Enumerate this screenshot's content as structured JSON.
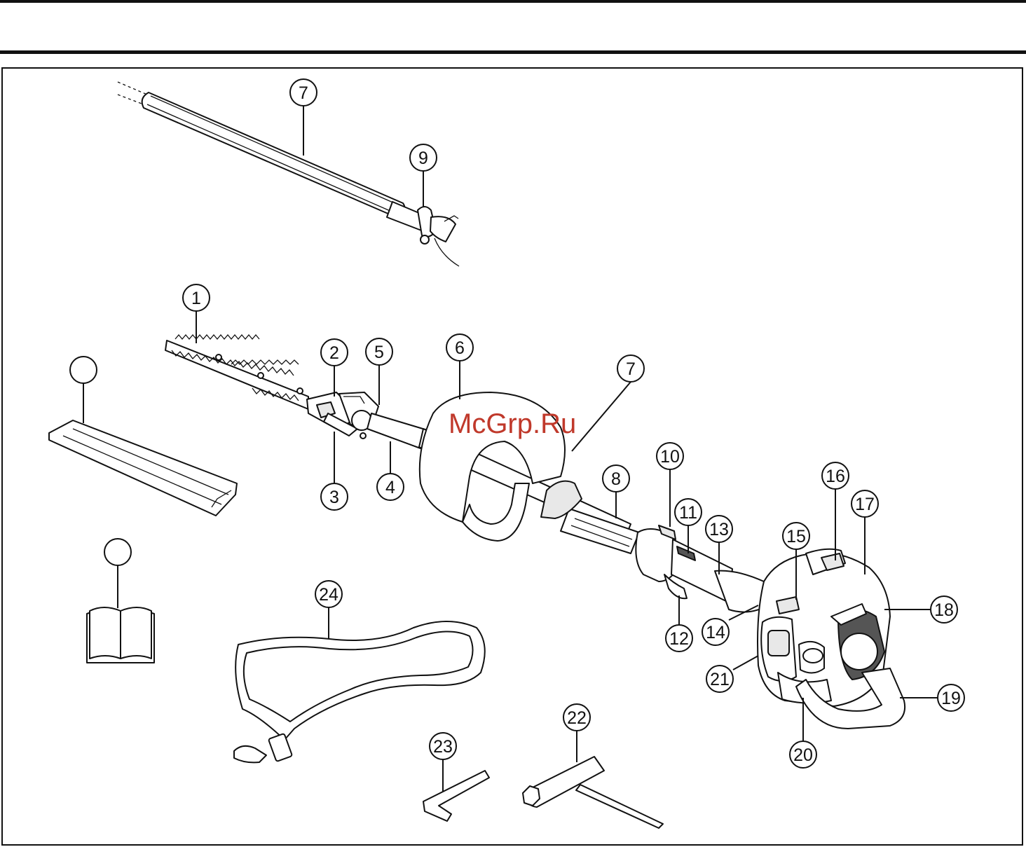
{
  "watermark": "McGrp.Ru",
  "callouts": [
    {
      "label": "7"
    },
    {
      "label": "9"
    },
    {
      "label": "1"
    },
    {
      "label": "2"
    },
    {
      "label": "5"
    },
    {
      "label": "6"
    },
    {
      "label": "7"
    },
    {
      "label": ""
    },
    {
      "label": "3"
    },
    {
      "label": "4"
    },
    {
      "label": "8"
    },
    {
      "label": "10"
    },
    {
      "label": "11"
    },
    {
      "label": "13"
    },
    {
      "label": "16"
    },
    {
      "label": "17"
    },
    {
      "label": "15"
    },
    {
      "label": "18"
    },
    {
      "label": ""
    },
    {
      "label": "24"
    },
    {
      "label": "12"
    },
    {
      "label": "14"
    },
    {
      "label": "21"
    },
    {
      "label": "19"
    },
    {
      "label": "22"
    },
    {
      "label": "23"
    },
    {
      "label": "20"
    }
  ]
}
